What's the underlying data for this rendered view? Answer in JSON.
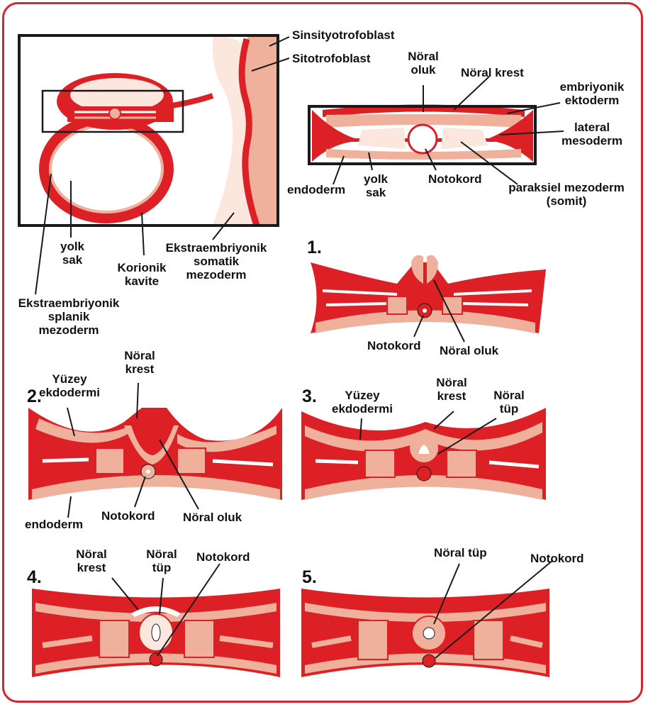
{
  "colors": {
    "red": "#dd1f26",
    "pink": "#efb09c",
    "light": "#fbe7dd",
    "border": "#d6262c",
    "dark": "#1a1a1a"
  },
  "panel_numbers": [
    "1.",
    "2.",
    "3.",
    "4.",
    "5."
  ],
  "overview": {
    "sinsityotrofoblast": "Sinsityotrofoblast",
    "sitotrofoblast": "Sitotrofoblast",
    "yolk_sak": [
      "yolk",
      "sak"
    ],
    "korionik_kavite": [
      "Korionik",
      "kavite"
    ],
    "ekstra_somatik": [
      "Ekstraembriyonik",
      "somatik",
      "mezoderm"
    ],
    "ekstra_splanik": [
      "Ekstraembriyonik",
      "splanik",
      "mezoderm"
    ]
  },
  "detail": {
    "noral_oluk": [
      "Nöral",
      "oluk"
    ],
    "noral_krest": "Nöral krest",
    "embriyonik_ektoderm": [
      "embriyonik",
      "ektoderm"
    ],
    "lateral_mesoderm": [
      "lateral",
      "mesoderm"
    ],
    "endoderm": "endoderm",
    "yolk_sak": [
      "yolk",
      "sak"
    ],
    "notokord": "Notokord",
    "paraksiel": [
      "paraksiel mezoderm",
      "(somit)"
    ]
  },
  "stage1": {
    "notokord": "Notokord",
    "noral_oluk": "Nöral oluk"
  },
  "stage2": {
    "yuzey_ekdodermi": [
      "Yüzey",
      "ekdodermi"
    ],
    "noral_krest": [
      "Nöral",
      "krest"
    ],
    "endoderm": "endoderm",
    "notokord": "Notokord",
    "noral_oluk": "Nöral oluk"
  },
  "stage3": {
    "yuzey_ekdodermi": [
      "Yüzey",
      "ekdodermi"
    ],
    "noral_krest": [
      "Nöral",
      "krest"
    ],
    "noral_tup": [
      "Nöral",
      "tüp"
    ]
  },
  "stage4": {
    "noral_krest": [
      "Nöral",
      "krest"
    ],
    "noral_tup": [
      "Nöral",
      "tüp"
    ],
    "notokord": "Notokord"
  },
  "stage5": {
    "noral_tup": "Nöral tüp",
    "notokord": "Notokord"
  }
}
